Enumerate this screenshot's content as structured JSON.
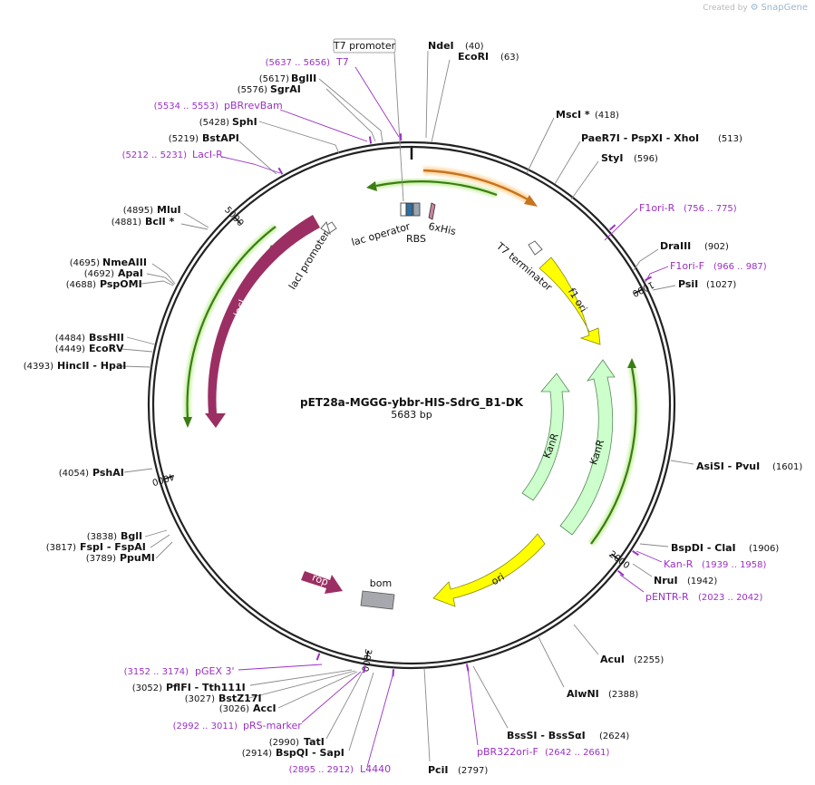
{
  "credit": {
    "prefix": "Created by",
    "brand": "SnapGene"
  },
  "plasmid": {
    "name": "pET28a-MGGG-ybbr-HIS-SdrG_B1-DK",
    "length_text": "5683 bp",
    "length": 5683
  },
  "ruler": [
    {
      "value": 1000,
      "label": "1000"
    },
    {
      "value": 2000,
      "label": "2000"
    },
    {
      "value": 3000,
      "label": "3000"
    },
    {
      "value": 4000,
      "label": "4000"
    },
    {
      "value": 5000,
      "label": "5000"
    }
  ],
  "left_sites": [
    {
      "pos": "(5617)",
      "name": "BglII"
    },
    {
      "pos": "(5576)",
      "name": "SgrAI"
    },
    {
      "pos": "(5428)",
      "name": "SphI"
    },
    {
      "pos": "(5219)",
      "name": "BstAPI"
    },
    {
      "pos": "(4895)",
      "name": "MluI"
    },
    {
      "pos": "(4881)",
      "name": "BclI *"
    },
    {
      "pos": "(4695)",
      "name": "NmeAIII"
    },
    {
      "pos": "(4692)",
      "name": "ApaI"
    },
    {
      "pos": "(4688)",
      "name": "PspOMI"
    },
    {
      "pos": "(4484)",
      "name": "BssHII"
    },
    {
      "pos": "(4449)",
      "name": "EcoRV"
    },
    {
      "pos": "(4393)",
      "name": "HincII   - HpaI"
    },
    {
      "pos": "(4054)",
      "name": "PshAI"
    },
    {
      "pos": "(3838)",
      "name": "BglI"
    },
    {
      "pos": "(3817)",
      "name": "FspI   - FspAI"
    },
    {
      "pos": "(3789)",
      "name": "PpuMI"
    },
    {
      "pos": "(3052)",
      "name": "PflFI   - Tth111I"
    },
    {
      "pos": "(3027)",
      "name": "BstZ17I"
    },
    {
      "pos": "(3026)",
      "name": "AccI"
    },
    {
      "pos": "(2990)",
      "name": "TatI"
    },
    {
      "pos": "(2914)",
      "name": "BspQI   - SapI"
    }
  ],
  "right_sites": [
    {
      "name": "NdeI",
      "pos": "(40)"
    },
    {
      "name": "EcoRI",
      "pos": "(63)"
    },
    {
      "name": "MscI *",
      "pos": "(418)"
    },
    {
      "name": "PaeR7I   - PspXI   - XhoI",
      "pos": "(513)"
    },
    {
      "name": "StyI",
      "pos": "(596)"
    },
    {
      "name": "DraIII",
      "pos": "(902)"
    },
    {
      "name": "PsiI",
      "pos": "(1027)"
    },
    {
      "name": "AsiSI   - PvuI",
      "pos": "(1601)"
    },
    {
      "name": "BspDI   - ClaI",
      "pos": "(1906)"
    },
    {
      "name": "NruI",
      "pos": "(1942)"
    },
    {
      "name": "AcuI",
      "pos": "(2255)"
    },
    {
      "name": "AlwNI",
      "pos": "(2388)"
    },
    {
      "name": "BssSI   - BssSαI",
      "pos": "(2624)"
    },
    {
      "name": "PciI",
      "pos": "(2797)"
    }
  ],
  "primers": [
    {
      "range": "(5637 .. 5656)",
      "name": "T7"
    },
    {
      "range": "(5534 .. 5553)",
      "name": "pBRrevBam"
    },
    {
      "range": "(5212 .. 5231)",
      "name": "LacI-R"
    },
    {
      "range": "(3152 .. 3174)",
      "name": "pGEX 3'"
    },
    {
      "range": "(2992 .. 3011)",
      "name": "pRS-marker"
    },
    {
      "range": "(2895 .. 2912)",
      "name": "L4440"
    },
    {
      "name": "F1ori-R",
      "range": "(756 .. 775)"
    },
    {
      "name": "F1ori-F",
      "range": "(966 .. 987)"
    },
    {
      "name": "Kan-R",
      "range": "(1939 .. 1958)"
    },
    {
      "name": "pENTR-R",
      "range": "(2023 .. 2042)"
    },
    {
      "name": "pBR322ori-F",
      "range": "(2642 .. 2661)"
    }
  ],
  "features": {
    "t7_promoter": "T7 promoter",
    "lac_operator": "lac operator",
    "rbs": "RBS",
    "his": "6xHis",
    "t7_terminator": "T7 terminator",
    "f1_ori": "f1 ori",
    "kanr_inner": "KanR",
    "kanr_outer": "KanR",
    "ori": "ori",
    "bom": "bom",
    "rop": "rop",
    "laci": "lacI",
    "laci_promoter": "lacI promoter"
  },
  "colors": {
    "laci": "#9b2f63",
    "rop": "#9b2f63",
    "f1_ori": "#ffff00",
    "ori": "#ffff00",
    "kanr": "#ccffcc",
    "bom": "#a6a8ad",
    "orf_green": "#3a7d12",
    "orf_orange": "#c7741f",
    "primer": "#9b30c4"
  }
}
